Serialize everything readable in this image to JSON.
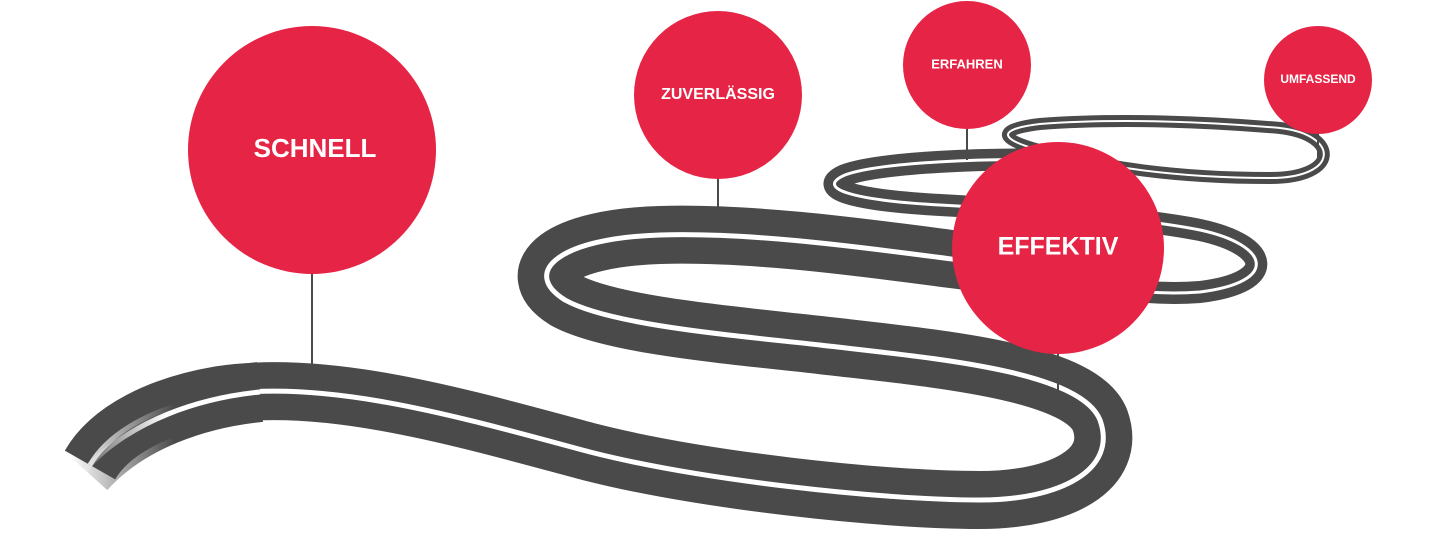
{
  "colors": {
    "road": "#4a4a4a",
    "road_stripe": "#ffffff",
    "pin": "#e62445",
    "pin_stem": "#4a4a4a",
    "label": "#ffffff"
  },
  "milestones": [
    {
      "label": "SCHNELL"
    },
    {
      "label": "ZUVERLÄSSIG"
    },
    {
      "label": "ERFAHREN"
    },
    {
      "label": "UMFASSEND"
    },
    {
      "label": "EFFEKTIV"
    }
  ]
}
